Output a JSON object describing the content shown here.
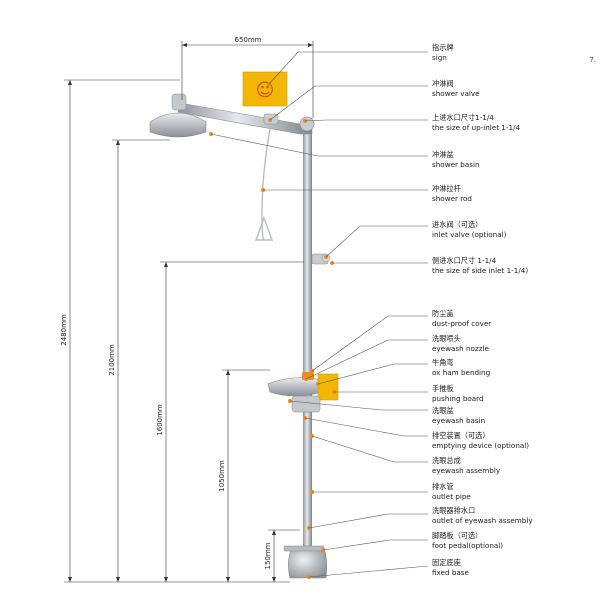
{
  "dimensions": {
    "width_label": "650mm",
    "total_height": "2480mm",
    "shower_height": "2100mm",
    "inlet_height": "1600mm",
    "basin_height": "1050mm",
    "base_height": "150mm"
  },
  "corner_mark": "7. ",
  "colors": {
    "steel": "#b9bec4",
    "steel_dark": "#7f868d",
    "sign_yellow": "#f2b705",
    "leader": "#555555",
    "marker_orange": "#f08a1c"
  },
  "labels": [
    {
      "cn": "指示牌",
      "en": "sign"
    },
    {
      "cn": "冲淋阀",
      "en": "shower valve"
    },
    {
      "cn": "上进水口尺寸1-1/4",
      "en": "the size of up-inlet 1-1/4"
    },
    {
      "cn": "冲淋盆",
      "en": "shower basin"
    },
    {
      "cn": "冲淋拉杆",
      "en": "shower rod"
    },
    {
      "cn": "进水阀（可选）",
      "en": "inlet valve (optional)"
    },
    {
      "cn": "侧进水口尺寸 1-1/4",
      "en": "the size of side inlet 1-1/4)"
    },
    {
      "cn": "防尘盖",
      "en": "dust-proof cover"
    },
    {
      "cn": "洗眼喷头",
      "en": "eyewash nozzle"
    },
    {
      "cn": "牛角弯",
      "en": "ox ham bending"
    },
    {
      "cn": "手推板",
      "en": "pushing board"
    },
    {
      "cn": "洗眼盆",
      "en": "eyewash basin"
    },
    {
      "cn": "排空装置（可选）",
      "en": "emptying device (optional)"
    },
    {
      "cn": "洗眼总成",
      "en": "eyewash assembly"
    },
    {
      "cn": "排水管",
      "en": "outlet pipe"
    },
    {
      "cn": "洗眼器排水口",
      "en": "outlet of eyewash assembly"
    },
    {
      "cn": "脚踏板（可选）",
      "en": "foot pedal(optional)"
    },
    {
      "cn": "固定底座",
      "en": "fixed base"
    }
  ]
}
